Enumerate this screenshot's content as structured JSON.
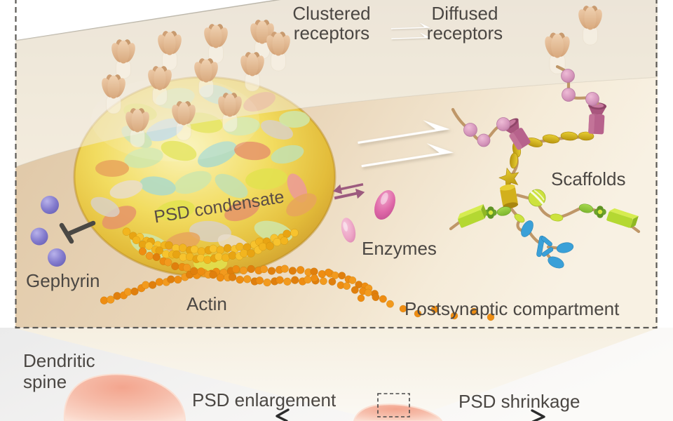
{
  "diagram": {
    "top_labels": {
      "clustered_line1": "Clustered",
      "clustered_line2": "receptors",
      "diffused_line1": "Diffused",
      "diffused_line2": "receptors"
    },
    "labels": {
      "scaffolds": "Scaffolds",
      "psd_condensate": "PSD condensate",
      "enzymes": "Enzymes",
      "gephyrin": "Gephyrin",
      "actin": "Actin",
      "postsynaptic_compartment": "Postsynaptic compartment",
      "dendritic_spine_line1": "Dendritic",
      "dendritic_spine_line2": "spine",
      "psd_enlargement": "PSD enlargement",
      "psd_shrinkage": "PSD shrinkage"
    },
    "colors": {
      "text": "#4b4743",
      "condensate-text": "#5a4c46",
      "membrane": "#ece5d6",
      "cytoplasm": "#dfc7a6",
      "condensate-core": "#faf3b8",
      "condensate-rim": "#c6982a",
      "receptor-tan": "#d8ab80",
      "actin-orange": "#ee8d12",
      "actin-gold": "#f0b122",
      "gephyrin-purple": "#837bcd",
      "enzyme-pink": "#df68a8",
      "enzyme-pink-light": "#eda4c6",
      "mauve": "#9c5a7e",
      "scaffold-magenta": "#b7628c",
      "scaffold-olive": "#d2b01c",
      "scaffold-green": "#8cc83c",
      "scaffold-lime": "#cde23e",
      "scaffold-blue": "#3aa0d8",
      "connector-tan": "#bf9768",
      "spine-pink": "#f3a58e",
      "border-gray": "#5c5a56",
      "inhibit-gray": "#4a4844"
    },
    "condensate_palette": [
      "#e5946a",
      "#cfe6aa",
      "#e2e24f",
      "#abd9c9",
      "#d9d0c4",
      "#ec9a9a",
      "#c2e0b2",
      "#e9ddca",
      "#e8a45c",
      "#bcd8e6"
    ]
  }
}
